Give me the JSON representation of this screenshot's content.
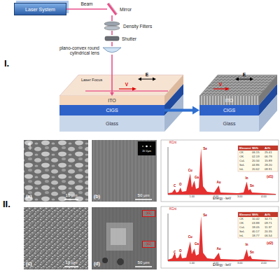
{
  "diagram": {
    "nodes": [
      {
        "text": [
          "Laser System"
        ]
      },
      {
        "text": [
          "Mirror"
        ]
      },
      {
        "text": [
          "Density Filters"
        ]
      },
      {
        "text": [
          "Shutter"
        ]
      },
      {
        "text": [
          "plano-convex round cylindrical lens"
        ]
      },
      {
        "text": [
          "ITO"
        ]
      },
      {
        "text": [
          "CIGS"
        ]
      },
      {
        "text": [
          "Glass"
        ]
      },
      {
        "text": [
          "ITO"
        ]
      },
      {
        "text": [
          "CIGS"
        ]
      },
      {
        "text": [
          "Glass"
        ]
      },
      {
        "text": [
          "(d1)"
        ]
      },
      {
        "text": [
          "(d2)"
        ]
      }
    ],
    "edges": [
      {
        "from": 0,
        "to": 1,
        "arrow": "none",
        "label": "Beam"
      },
      {
        "from": 1,
        "to": 2,
        "arrow": "none"
      },
      {
        "from": 2,
        "to": 3,
        "arrow": "none"
      },
      {
        "from": 3,
        "to": 4,
        "arrow": "none"
      },
      {
        "from": 4,
        "to": 5,
        "arrow": "to"
      },
      {
        "from": 6,
        "to": 9,
        "arrow": "to"
      }
    ],
    "labels": [
      "I.",
      "Laser Focus",
      "V",
      "E",
      "V",
      "E",
      "II.",
      "(a)",
      "10 μm",
      "(b)",
      "50 μm",
      "20 1/μm",
      "(c)",
      "10 μm",
      "(d)",
      "50 μm",
      "(d1)",
      "KCnt",
      "Energy - keV",
      "C",
      "O",
      "Cu",
      "Ga",
      "Se",
      "Au",
      "In",
      "Sn",
      "1.00",
      "2.00",
      "3.00",
      "4.00",
      "Element",
      "Wt%",
      "At%",
      "CK",
      "06.15",
      "25.41",
      "OK",
      "02.19",
      "06.79",
      "CuL",
      "20.34",
      "15.89",
      "SeL",
      "44.86",
      "28.20",
      "InL",
      "20.62",
      "08.91",
      "(d2)",
      "KCnt",
      "Energy - keV",
      "C",
      "O",
      "Cu",
      "Ga",
      "Se",
      "Au",
      "In",
      "Sn",
      "1.00",
      "2.00",
      "3.00",
      "4.00",
      "Element",
      "Wt%",
      "At%",
      "CK",
      "10.42",
      "34.71",
      "OK",
      "03.88",
      "09.71",
      "CuL",
      "18.05",
      "11.37",
      "SeL",
      "40.17",
      "20.35",
      "InL",
      "18.77",
      "06.54",
      "E"
    ]
  }
}
